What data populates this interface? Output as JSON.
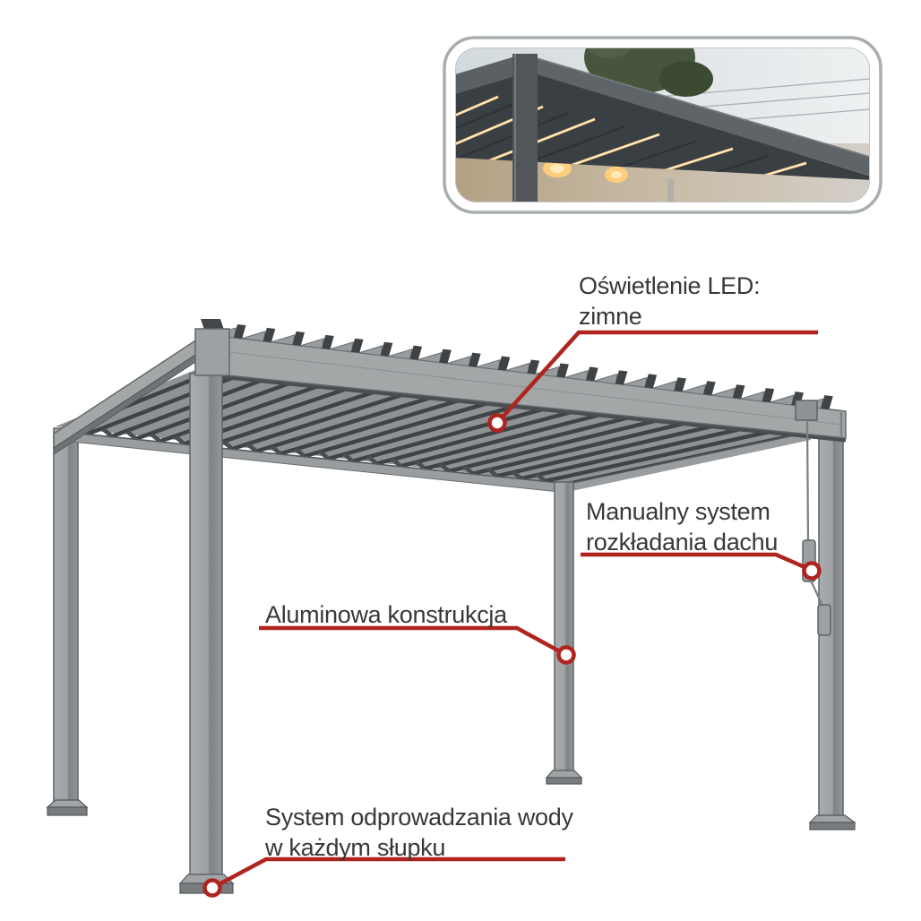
{
  "annotations": {
    "led": {
      "line1": "Oświetlenie LED:",
      "line2": "zimne"
    },
    "manual": {
      "line1": "Manualny system",
      "line2": "rozkładania dachu"
    },
    "aluminum": {
      "line1": "Aluminowa konstrukcja"
    },
    "drain": {
      "line1": "System odprowadzania wody",
      "line2": "w każdym słupku"
    }
  },
  "inset": {
    "image_name": "pergola-led-lighting-photo"
  },
  "colors": {
    "leader_red": "#b0241f",
    "text": "#383838",
    "structure_gray": "#a4a7a8",
    "slat_dark": "#3f4346",
    "tooth_dark": "#4e5254"
  }
}
